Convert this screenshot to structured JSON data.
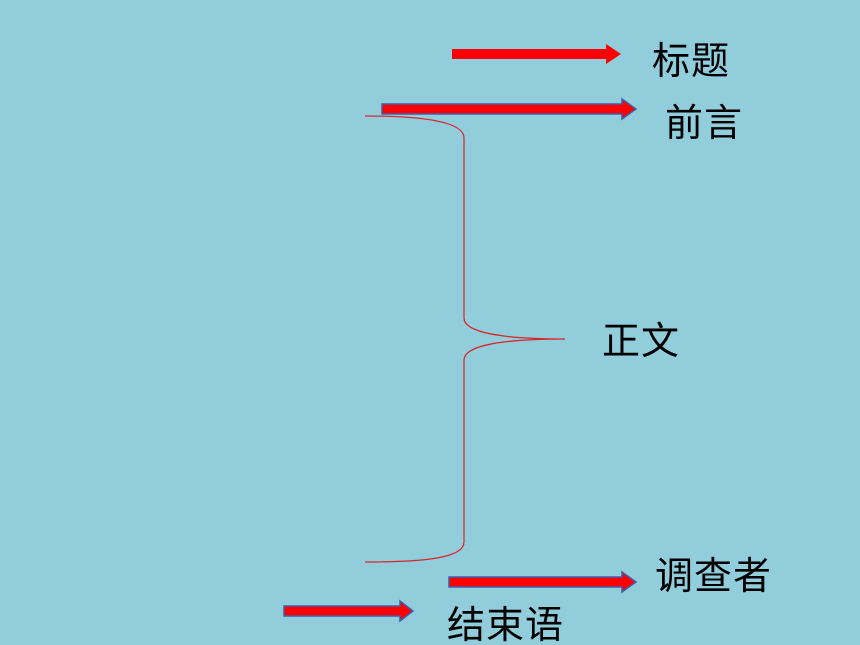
{
  "colors": {
    "background": "#92CDDC",
    "arrow_fill": "#FF0000",
    "arrow_outline": "#3F5FA8",
    "brace": "#D8252A",
    "label": "#000000"
  },
  "labels": {
    "title": "标题",
    "preface": "前言",
    "body": "正文",
    "surveyor": "调查者",
    "closing": "结束语"
  }
}
